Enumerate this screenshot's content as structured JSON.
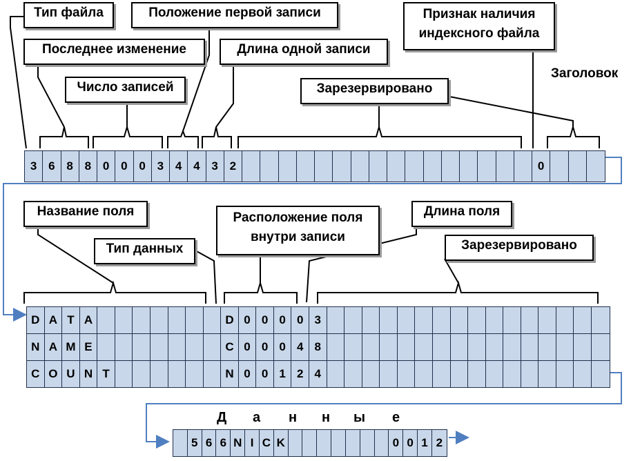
{
  "header_labels": {
    "file_type": "Тип файла",
    "first_record_pos": "Положение первой записи",
    "index_flag": "Признак наличия индексного файла",
    "last_change": "Последнее изменение",
    "record_length": "Длина одной записи",
    "record_count": "Число записей",
    "reserved_header": "Зарезервировано",
    "header": "Заголовок"
  },
  "field_labels": {
    "field_name": "Название поля",
    "data_type": "Тип данных",
    "field_position": "Расположение поля внутри записи",
    "field_length": "Длина поля",
    "reserved_field": "Зарезервировано"
  },
  "data_title": [
    "Д",
    "а",
    "н",
    "н",
    "ы",
    "е"
  ],
  "header_row": [
    "3",
    "6",
    "8",
    "8",
    "0",
    "0",
    "0",
    "3",
    "4",
    "4",
    "3",
    "2",
    "",
    "",
    "",
    "",
    "",
    "",
    "",
    "",
    "",
    "",
    "",
    "",
    "",
    "",
    "",
    "",
    "0",
    "",
    "",
    ""
  ],
  "field_rows": [
    [
      "D",
      "A",
      "T",
      "A",
      "",
      "",
      "",
      "",
      "",
      "",
      "",
      "D",
      "0",
      "0",
      "0",
      "0",
      "3",
      "",
      "",
      "",
      "",
      "",
      "",
      "",
      "",
      "",
      "",
      "",
      "",
      "",
      "",
      "",
      ""
    ],
    [
      "N",
      "A",
      "M",
      "E",
      "",
      "",
      "",
      "",
      "",
      "",
      "",
      "C",
      "0",
      "0",
      "0",
      "4",
      "8",
      "",
      "",
      "",
      "",
      "",
      "",
      "",
      "",
      "",
      "",
      "",
      "",
      "",
      "",
      "",
      ""
    ],
    [
      "C",
      "O",
      "U",
      "N",
      "T",
      "",
      "",
      "",
      "",
      "",
      "",
      "N",
      "0",
      "0",
      "1",
      "2",
      "4",
      "",
      "",
      "",
      "",
      "",
      "",
      "",
      "",
      "",
      "",
      "",
      "",
      "",
      "",
      "",
      ""
    ]
  ],
  "data_row": [
    "",
    "5",
    "6",
    "6",
    "N",
    "I",
    "C",
    "K",
    "",
    "",
    "",
    "",
    "",
    "",
    "",
    "0",
    "0",
    "1",
    "2"
  ]
}
